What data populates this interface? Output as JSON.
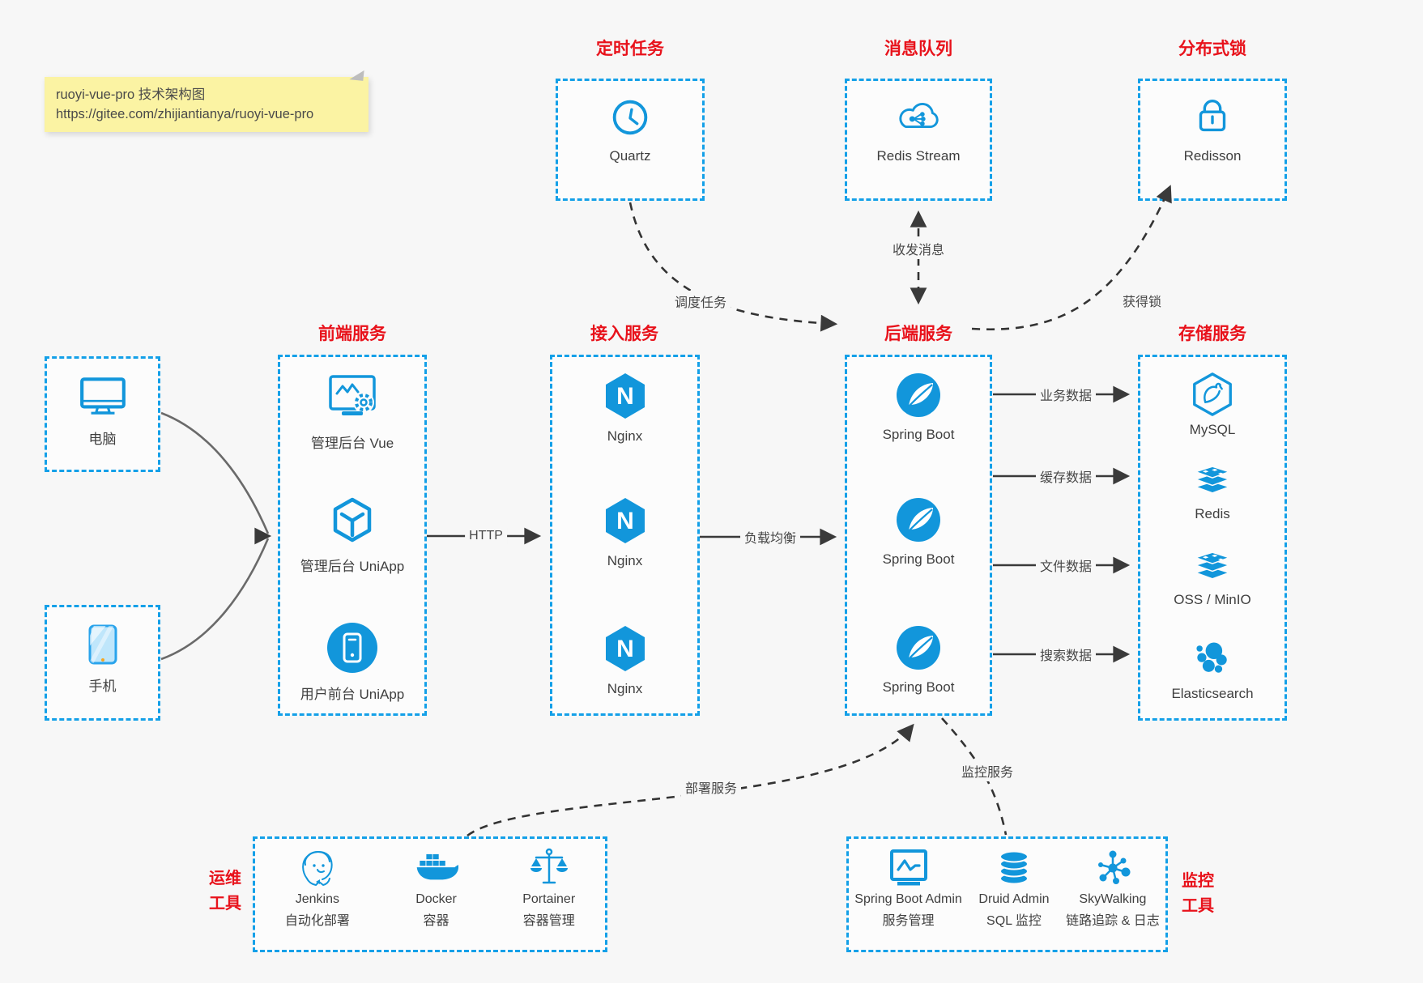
{
  "note": {
    "line1": "ruoyi-vue-pro 技术架构图",
    "line2": "https://gitee.com/zhijiantianya/ruoyi-vue-pro"
  },
  "colors": {
    "accent": "#1296db",
    "border_blue": "#14a0e8",
    "title_red": "#e8121b",
    "line_dark": "#3a3a3a",
    "note_bg": "#fbf3a3",
    "background": "#f7f7f7"
  },
  "top_groups": [
    {
      "title": "定时任务",
      "item": {
        "label": "Quartz",
        "icon": "clock-icon"
      }
    },
    {
      "title": "消息队列",
      "item": {
        "label": "Redis Stream",
        "icon": "cloud-stream-icon"
      }
    },
    {
      "title": "分布式锁",
      "item": {
        "label": "Redisson",
        "icon": "lock-icon"
      }
    }
  ],
  "clients": [
    {
      "label": "电脑",
      "icon": "desktop-icon"
    },
    {
      "label": "手机",
      "icon": "phone-icon"
    }
  ],
  "columns": {
    "frontend": {
      "title": "前端服务",
      "items": [
        {
          "label": "管理后台 Vue",
          "icon": "admin-vue-icon"
        },
        {
          "label": "管理后台 UniApp",
          "icon": "uniapp-cube-icon"
        },
        {
          "label": "用户前台 UniApp",
          "icon": "user-app-icon"
        }
      ]
    },
    "gateway": {
      "title": "接入服务",
      "items": [
        {
          "label": "Nginx",
          "icon": "nginx-icon"
        },
        {
          "label": "Nginx",
          "icon": "nginx-icon"
        },
        {
          "label": "Nginx",
          "icon": "nginx-icon"
        }
      ]
    },
    "backend": {
      "title": "后端服务",
      "items": [
        {
          "label": "Spring Boot",
          "icon": "spring-leaf-icon"
        },
        {
          "label": "Spring Boot",
          "icon": "spring-leaf-icon"
        },
        {
          "label": "Spring Boot",
          "icon": "spring-leaf-icon"
        }
      ]
    },
    "storage": {
      "title": "存储服务",
      "items": [
        {
          "label": "MySQL",
          "icon": "mysql-icon"
        },
        {
          "label": "Redis",
          "icon": "redis-stack-icon"
        },
        {
          "label": "OSS / MinIO",
          "icon": "storage-stack-icon"
        },
        {
          "label": "Elasticsearch",
          "icon": "elasticsearch-icon"
        }
      ]
    }
  },
  "bottom_groups": {
    "ops": {
      "side_label_line1": "运维",
      "side_label_line2": "工具",
      "items": [
        {
          "line1": "Jenkins",
          "line2": "自动化部署",
          "icon": "jenkins-icon"
        },
        {
          "line1": "Docker",
          "line2": "容器",
          "icon": "docker-icon"
        },
        {
          "line1": "Portainer",
          "line2": "容器管理",
          "icon": "portainer-icon"
        }
      ]
    },
    "monitor": {
      "side_label_line1": "监控",
      "side_label_line2": "工具",
      "items": [
        {
          "line1": "Spring Boot Admin",
          "line2": "服务管理",
          "icon": "admin-monitor-icon"
        },
        {
          "line1": "Druid Admin",
          "line2": "SQL 监控",
          "icon": "database-icon"
        },
        {
          "line1": "SkyWalking",
          "line2": "链路追踪 & 日志",
          "icon": "skywalking-icon"
        }
      ]
    }
  },
  "edges": {
    "schedule": "调度任务",
    "message": "收发消息",
    "lock": "获得锁",
    "http": "HTTP",
    "load_balance": "负载均衡",
    "business": "业务数据",
    "cache": "缓存数据",
    "file": "文件数据",
    "search": "搜索数据",
    "deploy": "部署服务",
    "monitoring": "监控服务"
  },
  "icons": {
    "nginx_letter": "N"
  }
}
